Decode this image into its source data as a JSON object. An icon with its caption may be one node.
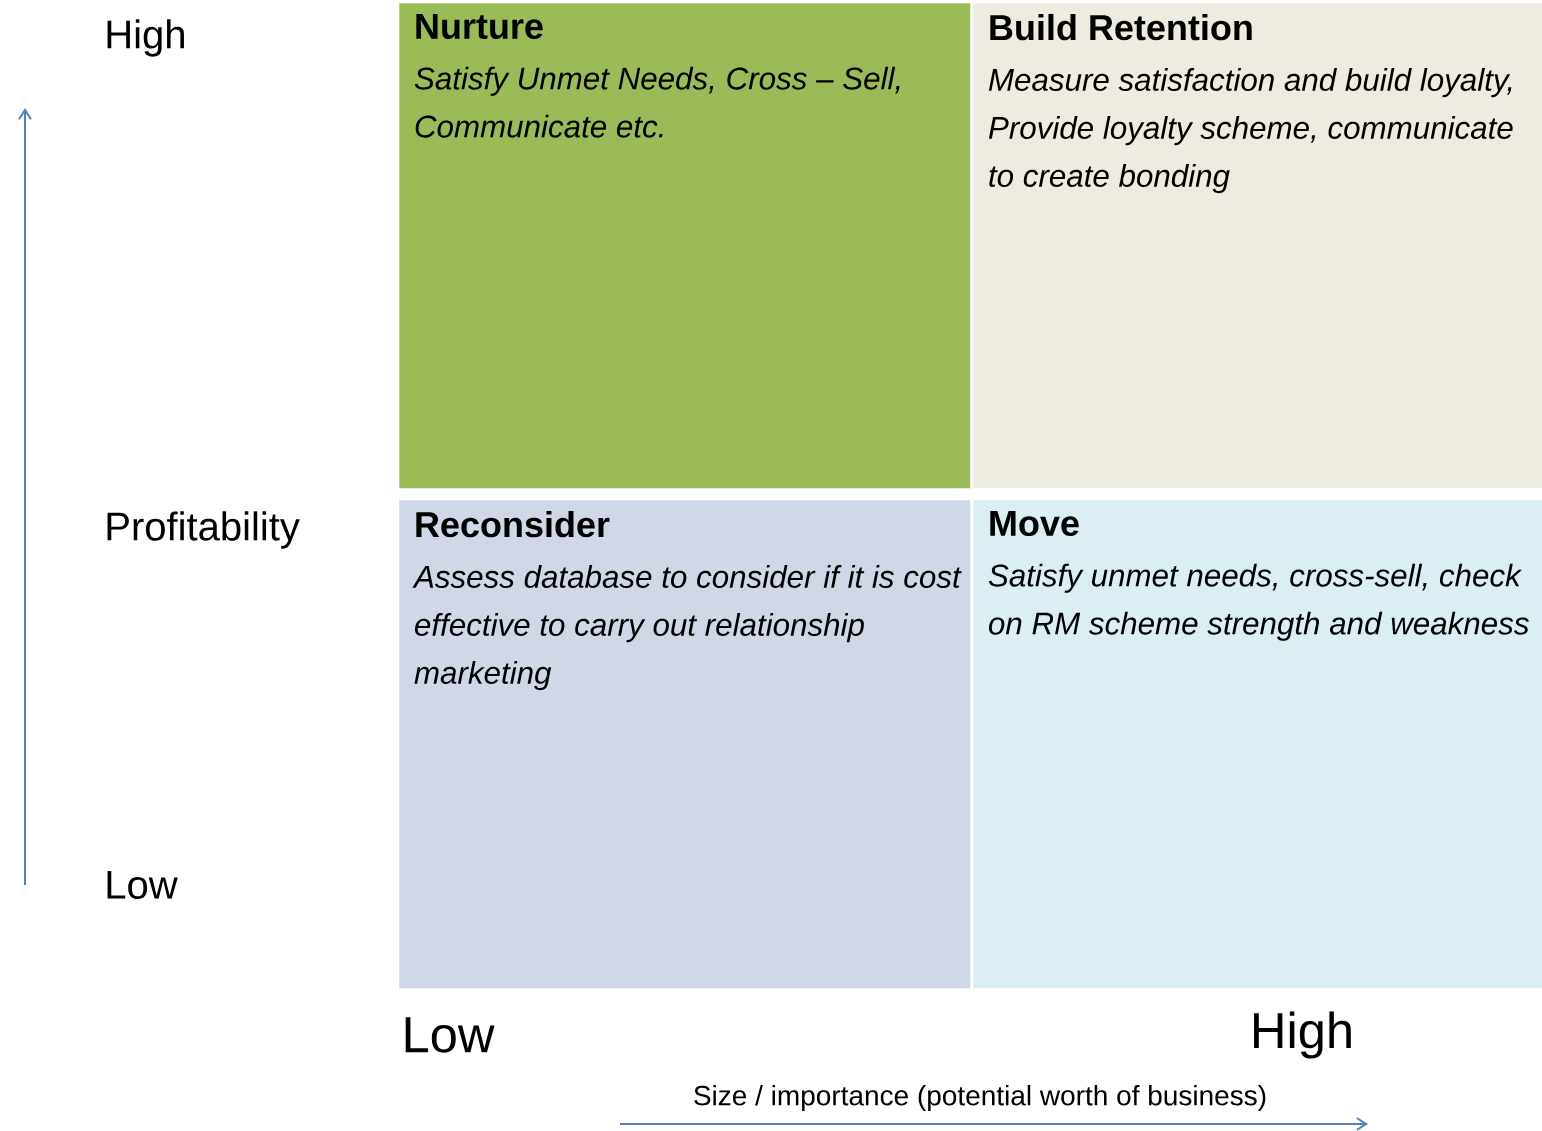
{
  "diagram": {
    "nodes": [
      {
        "text": [
          "Nurture",
          "Satisfy Unmet Needs, Cross – Sell, Communicate etc."
        ]
      },
      {
        "text": [
          "Build Retention",
          "Measure satisfaction and build loyalty, Provide loyalty scheme, communicate to create bonding"
        ]
      },
      {
        "text": [
          "Reconsider",
          "Assess database to consider if it is cost effective to carry out relationship marketing"
        ]
      },
      {
        "text": [
          "Move",
          "Satisfy unmet needs, cross-sell, check on RM scheme strength and weakness"
        ]
      }
    ],
    "labels": [
      "High",
      "Profitability",
      "Low",
      "Low",
      "High",
      "Size / importance (potential worth of business)"
    ]
  }
}
